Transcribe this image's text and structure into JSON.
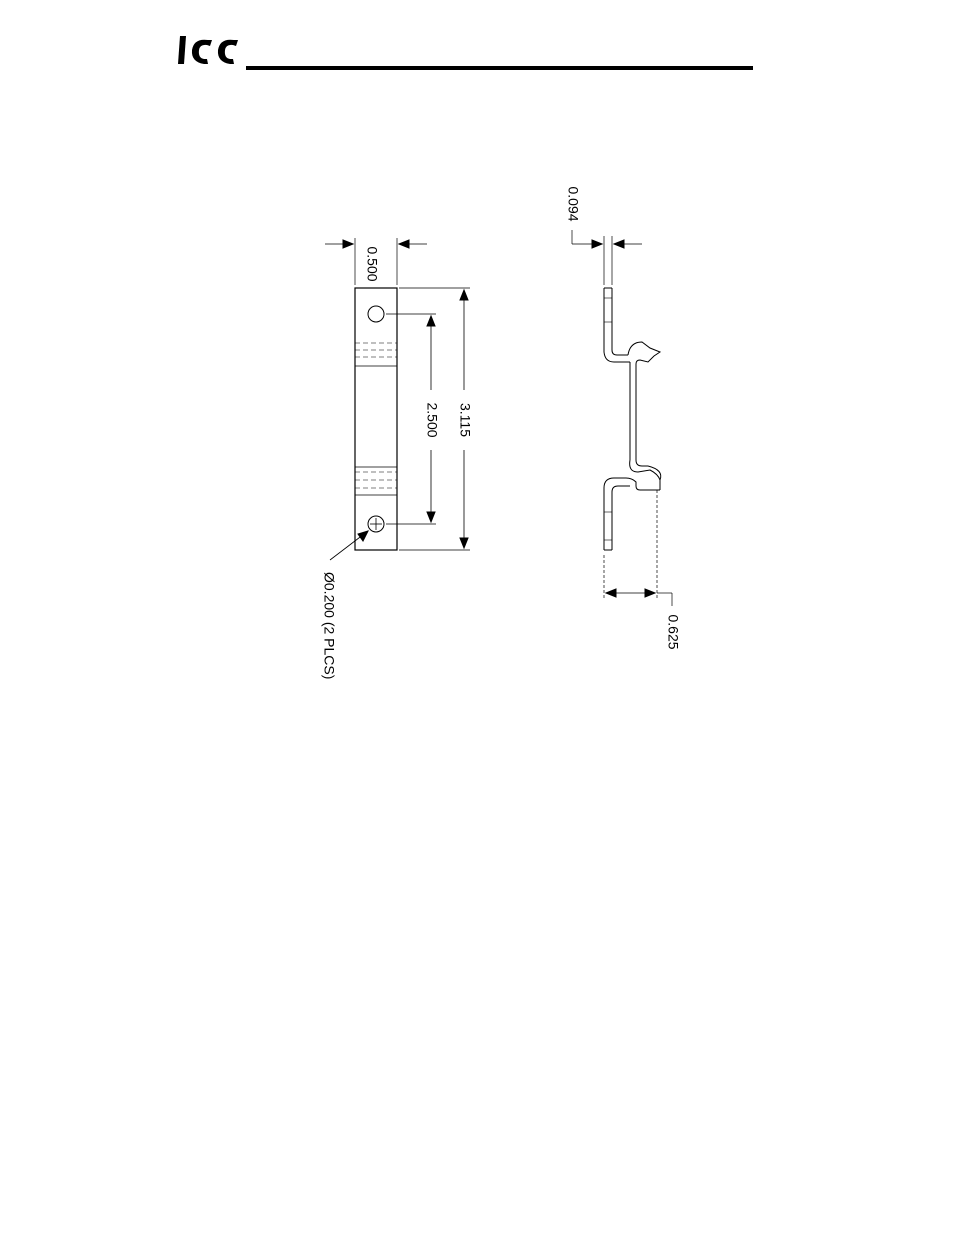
{
  "header": {
    "logo_text": "ICC",
    "logo_icon": "icc-logo-icon"
  },
  "drawing": {
    "front_view": {
      "width_dim": "0.500",
      "hole_spacing_dim": "2.500",
      "overall_length_dim": "3.115",
      "hole_callout": "Ø0.200 (2 PLCS)"
    },
    "side_view": {
      "thickness_dim": "0.094",
      "offset_dim": "0.625"
    }
  }
}
